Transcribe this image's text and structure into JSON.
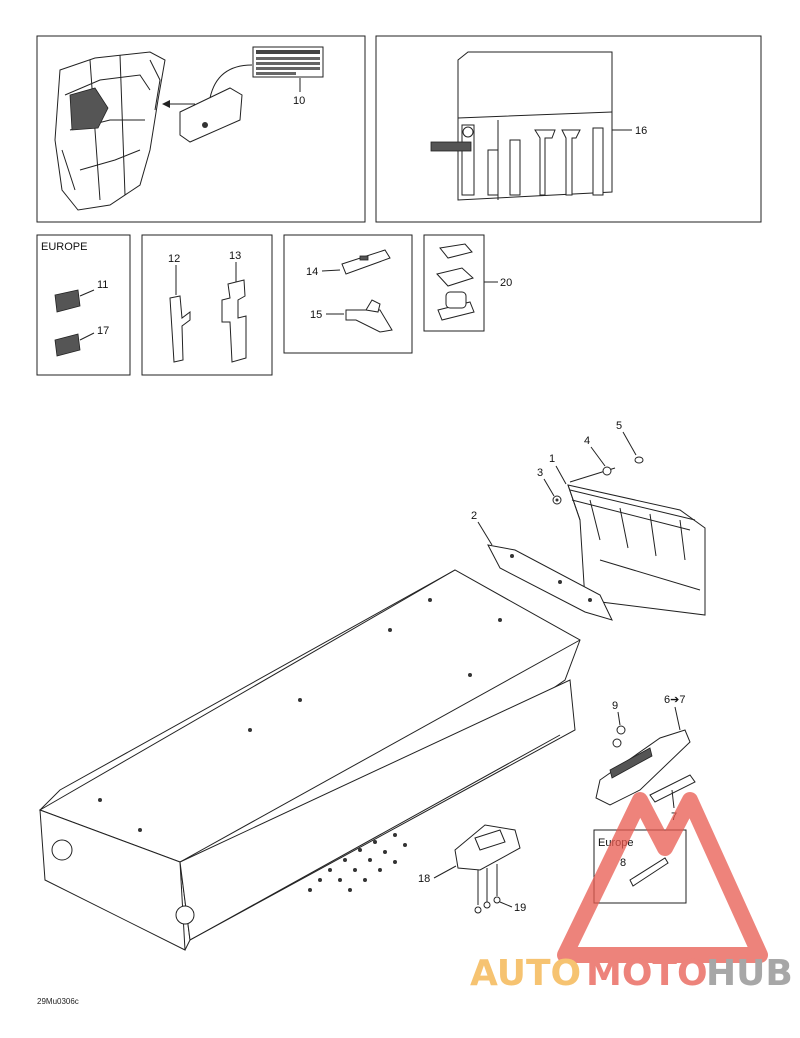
{
  "callouts": {
    "c1": "1",
    "c2": "2",
    "c3": "3",
    "c4": "4",
    "c5": "5",
    "c6": "6➔7",
    "c7": "7",
    "c8": "8",
    "c9": "9",
    "c10": "10",
    "c11": "11",
    "c12": "12",
    "c13": "13",
    "c14": "14",
    "c15": "15",
    "c16": "16",
    "c17": "17",
    "c18": "18",
    "c19": "19",
    "c20": "20"
  },
  "labels": {
    "europe_box": "EUROPE",
    "europe_inset": "Europe",
    "figure_code": "29Mu0306c"
  },
  "watermark": {
    "auto": "AUTO",
    "moto": "MOTO",
    "hub": "HUB",
    "color_orange": "#f4b042",
    "color_red": "#e85a4f",
    "color_gray": "#8a8a8a"
  }
}
